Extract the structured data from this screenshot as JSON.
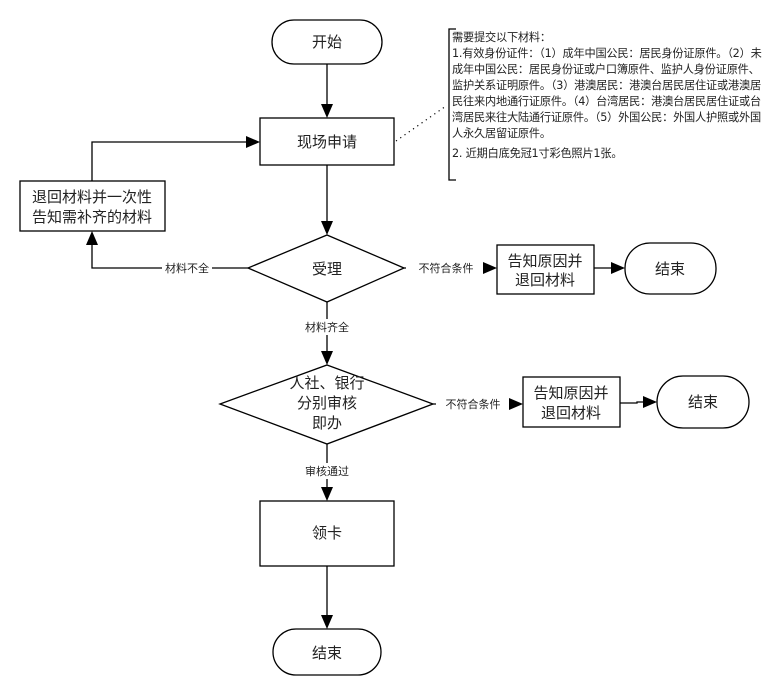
{
  "diagram": {
    "type": "flowchart",
    "nodes": {
      "start": {
        "label": "开始",
        "shape": "terminator"
      },
      "apply": {
        "label": "现场申请",
        "shape": "process"
      },
      "return_materials": {
        "label_lines": [
          "退回材料并一次性",
          "告知需补齐的材料"
        ],
        "shape": "process"
      },
      "accept": {
        "label": "受理",
        "shape": "decision"
      },
      "notify_reject_1": {
        "label_lines": [
          "告知原因并",
          "退回材料"
        ],
        "shape": "process"
      },
      "end_1": {
        "label": "结束",
        "shape": "terminator"
      },
      "review": {
        "label_lines": [
          "人社、银行",
          "分别审核",
          "即办"
        ],
        "shape": "decision"
      },
      "notify_reject_2": {
        "label_lines": [
          "告知原因并",
          "退回材料"
        ],
        "shape": "process"
      },
      "end_2": {
        "label": "结束",
        "shape": "terminator"
      },
      "collect_card": {
        "label": "领卡",
        "shape": "process"
      },
      "end_3": {
        "label": "结束",
        "shape": "terminator"
      }
    },
    "edges": [
      {
        "from": "start",
        "to": "apply",
        "label": ""
      },
      {
        "from": "apply",
        "to": "accept",
        "label": ""
      },
      {
        "from": "accept",
        "to": "return_materials",
        "label": "材料不全"
      },
      {
        "from": "return_materials",
        "to": "apply",
        "label": ""
      },
      {
        "from": "accept",
        "to": "notify_reject_1",
        "label": "不符合条件"
      },
      {
        "from": "notify_reject_1",
        "to": "end_1",
        "label": ""
      },
      {
        "from": "accept",
        "to": "review",
        "label": "材料齐全"
      },
      {
        "from": "review",
        "to": "notify_reject_2",
        "label": "不符合条件"
      },
      {
        "from": "notify_reject_2",
        "to": "end_2",
        "label": ""
      },
      {
        "from": "review",
        "to": "collect_card",
        "label": "审核通过"
      },
      {
        "from": "collect_card",
        "to": "end_3",
        "label": ""
      }
    ],
    "annotation": {
      "attached_to": "apply",
      "title": "需要提交以下材料：",
      "item1": "1.有效身份证件：（1）成年中国公民：居民身份证原件。（2）未成年中国公民：居民身份证或户口簿原件、监护人身份证原件、监护关系证明原件。（3）港澳居民：港澳台居民居住证或港澳居民往来内地通行证原件。（4）台湾居民：港澳台居民居住证或台湾居民来往大陆通行证原件。（5）外国公民：外国人护照或外国人永久居留证原件。",
      "item2": "2. 近期白底免冠1寸彩色照片1张。"
    }
  }
}
